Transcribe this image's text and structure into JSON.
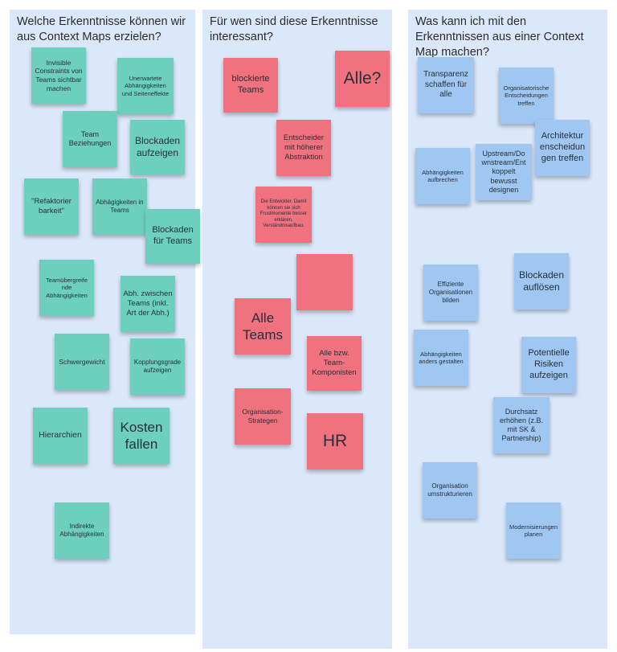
{
  "columns": [
    {
      "title": "Welche Erkenntnisse können wir aus Context Maps erzielen?",
      "notes": [
        "Invisible Constraints von Teams sichtbar machen",
        "Unerwartete Abhängigkeiten und Seiteneffekte",
        "Team Beziehungen",
        "Blockaden aufzeigen",
        "\"Refaktorier barkeit\"",
        "Abhägigkeiten in Teams",
        "Blockaden für Teams",
        "Teamübergreife nde Abhängigkeiten",
        "Abh. zwischen Teams (inkl. Art der Abh.)",
        "Schwergewicht",
        "Kopplungsgrade aufzeigen",
        "Hierarchien",
        "Kosten fallen",
        "Indirekte Abhängigkeiten"
      ]
    },
    {
      "title": "Für wen sind diese Erkenntnisse interessant?",
      "notes": [
        "blockierte Teams",
        "Alle?",
        "Entscheider mit höherer Abstraktion",
        "Die Entwickler. Damit können sie sich Frustmomente besser erklären. Verständnisaufbau.",
        "",
        "Alle Teams",
        "Alle bzw. Team-Komponisten",
        "Organisation-Strategen",
        "HR"
      ]
    },
    {
      "title": "Was kann ich mit den Erkenntnissen aus einer Context Map machen?",
      "notes": [
        "Transparenz schaffen für alle",
        "Organisatorische Entscheidungen treffen",
        "Architektur enscheidun gen treffen",
        "Abhängigkeiten aufbrechen",
        "Upstream/Do wnstream/Ent koppelt bewusst designen",
        "Effiziente Organisationen bilden",
        "Blockaden auflösen",
        "Abhängigkeiten anders gestalten",
        "Potentielle Risiken aufzeigen",
        "Durchsatz erhöhen (z.B. mit SK & Partnership)",
        "Organisation umstrukturieren",
        "Modernisierungen planen"
      ]
    }
  ],
  "colors": {
    "column_background": "#dbe8fb",
    "green_note": "#6dd0bf",
    "red_note": "#f1727f",
    "blue_note": "#9fc7f1"
  }
}
